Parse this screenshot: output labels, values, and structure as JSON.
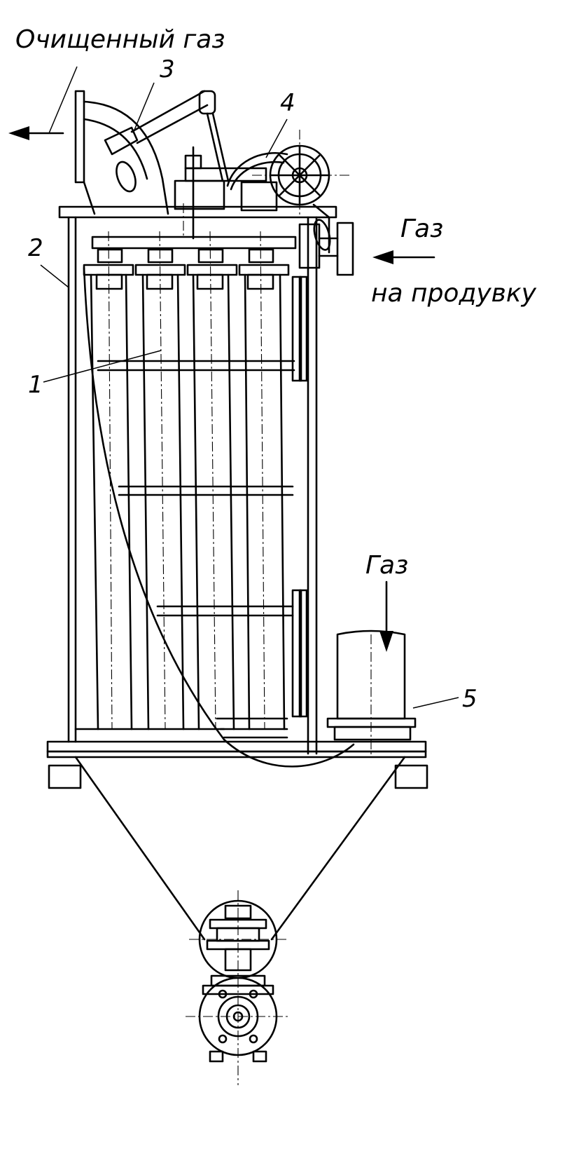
{
  "labels": {
    "cleaned_gas": "Очищенный газ",
    "purge_gas_line1": "Газ",
    "purge_gas_line2": "на продувку",
    "inlet_gas": "Газ"
  },
  "callouts": {
    "c1": "1",
    "c2": "2",
    "c3": "3",
    "c4": "4",
    "c5": "5"
  },
  "colors": {
    "ink": "#000000",
    "paper": "#ffffff"
  }
}
